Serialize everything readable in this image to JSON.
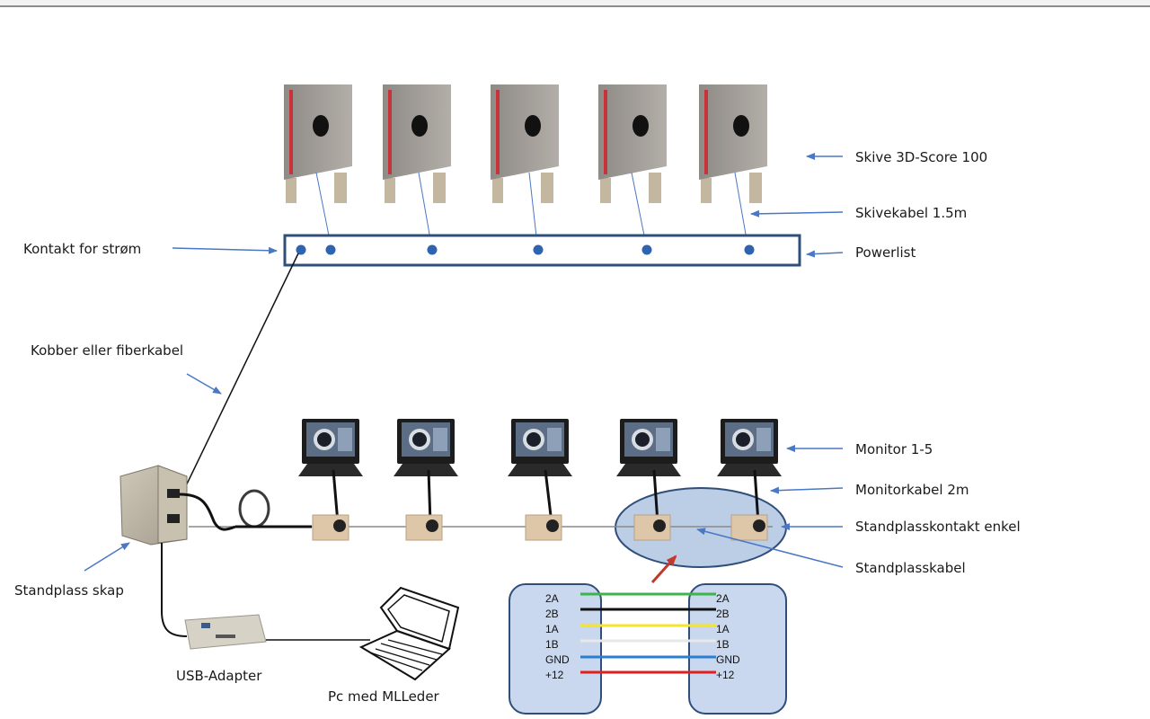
{
  "labels": {
    "skive": "Skive 3D-Score 100",
    "skivekabel": "Skivekabel 1.5m",
    "powerlist": "Powerlist",
    "kontakt": "Kontakt for strøm",
    "kobber": "Kobber eller fiberkabel",
    "monitor": "Monitor 1-5",
    "monitorkabel": "Monitorkabel 2m",
    "standplasskontakt": "Standplasskontakt enkel",
    "standplasskabel": "Standplasskabel",
    "skap": "Standplass skap",
    "usb": "USB-Adapter",
    "pc": "Pc med MLLeder"
  },
  "wiring": {
    "pins": [
      "2A",
      "2B",
      "1A",
      "1B",
      "GND",
      "+12"
    ],
    "colors": [
      "#3cb54a",
      "#111111",
      "#f2e52a",
      "#e8e8e8",
      "#2a7fd1",
      "#e01f1f"
    ]
  },
  "colors": {
    "arrow": "#4a78c4",
    "powerlist_border": "#2f4f7a",
    "port": "#2e63b0",
    "callout_fill": "#bccde6",
    "callout_border": "#2f4f7a",
    "red_arrow": "#c0392b"
  }
}
